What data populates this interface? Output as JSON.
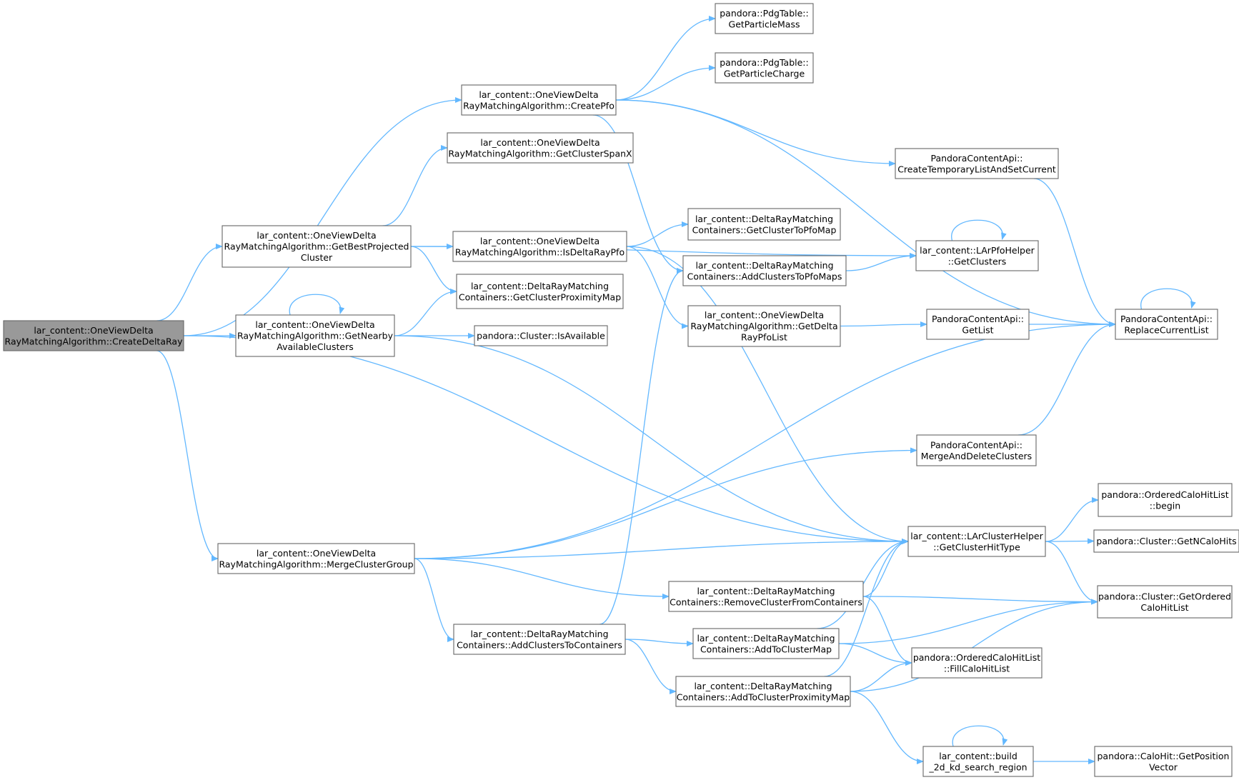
{
  "colors": {
    "edge": "#63b8ff",
    "node_border": "#666666",
    "root_fill": "#999999",
    "node_fill": "#ffffff"
  },
  "nodes": [
    {
      "id": "createDeltaRay",
      "lines": [
        "lar_content::OneViewDelta",
        "RayMatchingAlgorithm::CreateDeltaRay"
      ]
    },
    {
      "id": "createPfo",
      "lines": [
        "lar_content::OneViewDelta",
        "RayMatchingAlgorithm::CreatePfo"
      ]
    },
    {
      "id": "getClusterSpanX",
      "lines": [
        "lar_content::OneViewDelta",
        "RayMatchingAlgorithm::GetClusterSpanX"
      ]
    },
    {
      "id": "getBestProjectedCluster",
      "lines": [
        "lar_content::OneViewDelta",
        "RayMatchingAlgorithm::GetBestProjected",
        "Cluster"
      ]
    },
    {
      "id": "isDeltaRayPfo",
      "lines": [
        "lar_content::OneViewDelta",
        "RayMatchingAlgorithm::IsDeltaRayPfo"
      ]
    },
    {
      "id": "getNearbyAvailableClusters",
      "lines": [
        "lar_content::OneViewDelta",
        "RayMatchingAlgorithm::GetNearby",
        "AvailableClusters"
      ]
    },
    {
      "id": "getClusterProximityMap",
      "lines": [
        "lar_content::DeltaRayMatching",
        "Containers::GetClusterProximityMap"
      ]
    },
    {
      "id": "isAvailable",
      "lines": [
        "pandora::Cluster::IsAvailable"
      ]
    },
    {
      "id": "mergeClusterGroup",
      "lines": [
        "lar_content::OneViewDelta",
        "RayMatchingAlgorithm::MergeClusterGroup"
      ]
    },
    {
      "id": "addClustersToContainers",
      "lines": [
        "lar_content::DeltaRayMatching",
        "Containers::AddClustersToContainers"
      ]
    },
    {
      "id": "getParticleMass",
      "lines": [
        "pandora::PdgTable::",
        "GetParticleMass"
      ]
    },
    {
      "id": "getParticleCharge",
      "lines": [
        "pandora::PdgTable::",
        "GetParticleCharge"
      ]
    },
    {
      "id": "getClusterToPfoMap",
      "lines": [
        "lar_content::DeltaRayMatching",
        "Containers::GetClusterToPfoMap"
      ]
    },
    {
      "id": "addClustersToPfoMaps",
      "lines": [
        "lar_content::DeltaRayMatching",
        "Containers::AddClustersToPfoMaps"
      ]
    },
    {
      "id": "getDeltaRayPfoList",
      "lines": [
        "lar_content::OneViewDelta",
        "RayMatchingAlgorithm::GetDelta",
        "RayPfoList"
      ]
    },
    {
      "id": "removeClusterFromContainers",
      "lines": [
        "lar_content::DeltaRayMatching",
        "Containers::RemoveClusterFromContainers"
      ]
    },
    {
      "id": "addToClusterMap",
      "lines": [
        "lar_content::DeltaRayMatching",
        "Containers::AddToClusterMap"
      ]
    },
    {
      "id": "addToClusterProximityMap",
      "lines": [
        "lar_content::DeltaRayMatching",
        "Containers::AddToClusterProximityMap"
      ]
    },
    {
      "id": "createTemporaryListAndSetCurrent",
      "lines": [
        "PandoraContentApi::",
        "CreateTemporaryListAndSetCurrent"
      ]
    },
    {
      "id": "lArPfoGetClusters",
      "lines": [
        "lar_content::LArPfoHelper",
        "::GetClusters"
      ]
    },
    {
      "id": "getList",
      "lines": [
        "PandoraContentApi::",
        "GetList"
      ]
    },
    {
      "id": "mergeAndDeleteClusters",
      "lines": [
        "PandoraContentApi::",
        "MergeAndDeleteClusters"
      ]
    },
    {
      "id": "getClusterHitType",
      "lines": [
        "lar_content::LArClusterHelper",
        "::GetClusterHitType"
      ]
    },
    {
      "id": "fillCaloHitList",
      "lines": [
        "pandora::OrderedCaloHitList",
        "::FillCaloHitList"
      ]
    },
    {
      "id": "build2dKdSearchRegion",
      "lines": [
        "lar_content::build",
        "_2d_kd_search_region"
      ]
    },
    {
      "id": "replaceCurrentList",
      "lines": [
        "PandoraContentApi::",
        "ReplaceCurrentList"
      ]
    },
    {
      "id": "orderedBegin",
      "lines": [
        "pandora::OrderedCaloHitList",
        "::begin"
      ]
    },
    {
      "id": "getNCaloHits",
      "lines": [
        "pandora::Cluster::GetNCaloHits"
      ]
    },
    {
      "id": "getOrderedCaloHitList",
      "lines": [
        "pandora::Cluster::GetOrdered",
        "CaloHitList"
      ]
    },
    {
      "id": "getPositionVector",
      "lines": [
        "pandora::CaloHit::GetPosition",
        "Vector"
      ]
    }
  ],
  "edges": [
    [
      "createDeltaRay",
      "createPfo"
    ],
    [
      "createDeltaRay",
      "getBestProjectedCluster"
    ],
    [
      "createDeltaRay",
      "getNearbyAvailableClusters"
    ],
    [
      "createDeltaRay",
      "mergeClusterGroup"
    ],
    [
      "createDeltaRay",
      "getClusterHitType"
    ],
    [
      "createPfo",
      "getParticleMass"
    ],
    [
      "createPfo",
      "getParticleCharge"
    ],
    [
      "createPfo",
      "createTemporaryListAndSetCurrent"
    ],
    [
      "createPfo",
      "replaceCurrentList"
    ],
    [
      "createPfo",
      "addClustersToPfoMaps"
    ],
    [
      "getBestProjectedCluster",
      "getClusterSpanX"
    ],
    [
      "getBestProjectedCluster",
      "isDeltaRayPfo"
    ],
    [
      "getBestProjectedCluster",
      "getClusterProximityMap"
    ],
    [
      "getBestProjectedCluster",
      "lArPfoGetClusters"
    ],
    [
      "isDeltaRayPfo",
      "getClusterToPfoMap"
    ],
    [
      "isDeltaRayPfo",
      "getDeltaRayPfoList"
    ],
    [
      "isDeltaRayPfo",
      "getClusterHitType"
    ],
    [
      "getNearbyAvailableClusters",
      "getNearbyAvailableClusters"
    ],
    [
      "getNearbyAvailableClusters",
      "getClusterProximityMap"
    ],
    [
      "getNearbyAvailableClusters",
      "isAvailable"
    ],
    [
      "getNearbyAvailableClusters",
      "getClusterHitType"
    ],
    [
      "mergeClusterGroup",
      "replaceCurrentList"
    ],
    [
      "mergeClusterGroup",
      "mergeAndDeleteClusters"
    ],
    [
      "mergeClusterGroup",
      "getClusterHitType"
    ],
    [
      "mergeClusterGroup",
      "removeClusterFromContainers"
    ],
    [
      "mergeClusterGroup",
      "addClustersToContainers"
    ],
    [
      "addClustersToContainers",
      "addClustersToPfoMaps"
    ],
    [
      "addClustersToContainers",
      "addToClusterMap"
    ],
    [
      "addClustersToContainers",
      "addToClusterProximityMap"
    ],
    [
      "addClustersToPfoMaps",
      "lArPfoGetClusters"
    ],
    [
      "getDeltaRayPfoList",
      "getList"
    ],
    [
      "createTemporaryListAndSetCurrent",
      "replaceCurrentList"
    ],
    [
      "lArPfoGetClusters",
      "lArPfoGetClusters"
    ],
    [
      "getList",
      "replaceCurrentList"
    ],
    [
      "replaceCurrentList",
      "replaceCurrentList"
    ],
    [
      "mergeAndDeleteClusters",
      "replaceCurrentList"
    ],
    [
      "getClusterHitType",
      "orderedBegin"
    ],
    [
      "getClusterHitType",
      "getNCaloHits"
    ],
    [
      "getClusterHitType",
      "getOrderedCaloHitList"
    ],
    [
      "removeClusterFromContainers",
      "getClusterHitType"
    ],
    [
      "removeClusterFromContainers",
      "getOrderedCaloHitList"
    ],
    [
      "removeClusterFromContainers",
      "fillCaloHitList"
    ],
    [
      "addToClusterMap",
      "getClusterHitType"
    ],
    [
      "addToClusterMap",
      "getOrderedCaloHitList"
    ],
    [
      "addToClusterMap",
      "fillCaloHitList"
    ],
    [
      "addToClusterProximityMap",
      "getClusterHitType"
    ],
    [
      "addToClusterProximityMap",
      "fillCaloHitList"
    ],
    [
      "addToClusterProximityMap",
      "getOrderedCaloHitList"
    ],
    [
      "addToClusterProximityMap",
      "build2dKdSearchRegion"
    ],
    [
      "build2dKdSearchRegion",
      "build2dKdSearchRegion"
    ],
    [
      "build2dKdSearchRegion",
      "getPositionVector"
    ]
  ]
}
